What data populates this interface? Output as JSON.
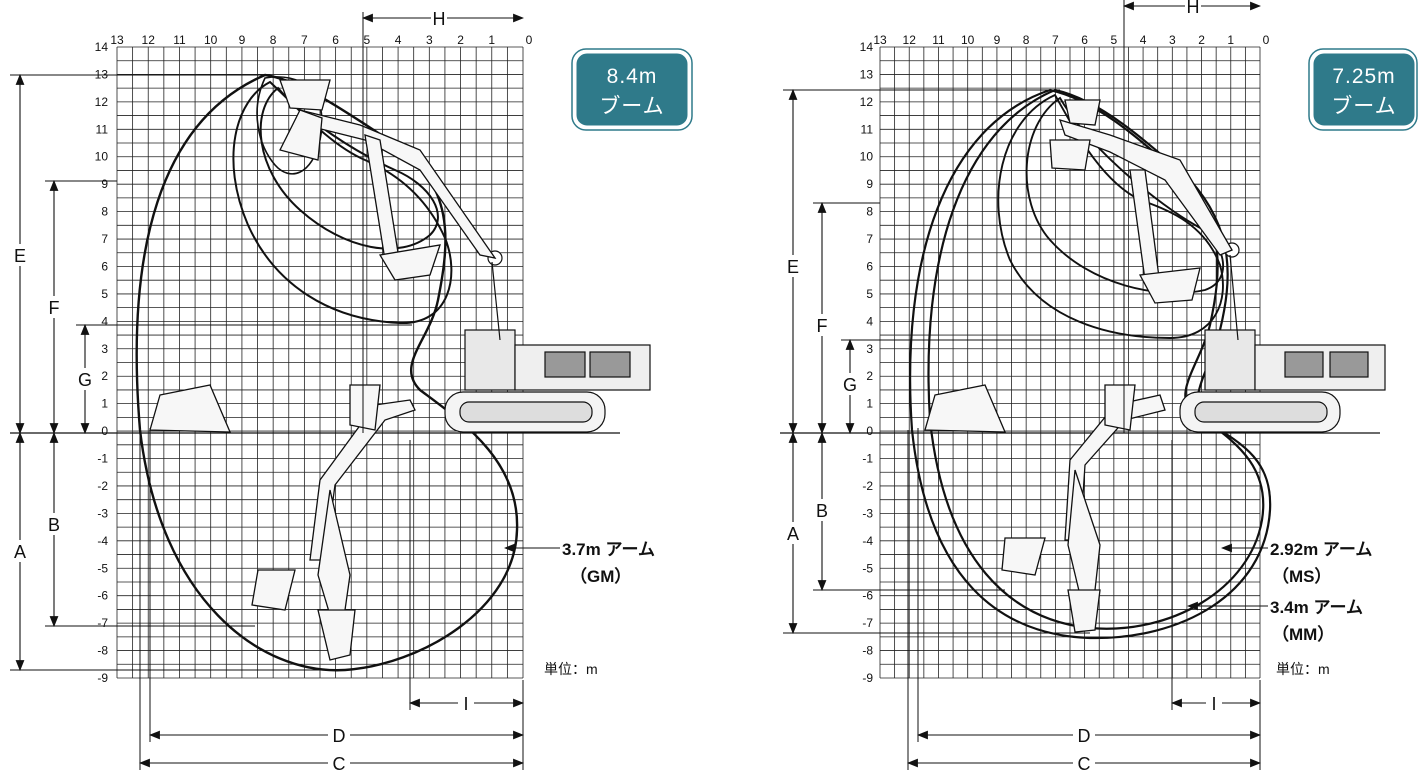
{
  "colors": {
    "badge": "#2f7a8a",
    "line": "#111111"
  },
  "left_panel": {
    "badge_line1": "8.4m",
    "badge_line2": "ブーム",
    "x_ticks": [
      "13",
      "12",
      "11",
      "10",
      "9",
      "8",
      "7",
      "6",
      "5",
      "4",
      "3",
      "2",
      "1",
      "0"
    ],
    "y_ticks": [
      "14",
      "13",
      "12",
      "11",
      "10",
      "9",
      "8",
      "7",
      "6",
      "5",
      "4",
      "3",
      "2",
      "1",
      "0",
      "-1",
      "-2",
      "-3",
      "-4",
      "-5",
      "-6",
      "-7",
      "-8",
      "-9"
    ],
    "dims": {
      "A": "A",
      "B": "B",
      "C": "C",
      "D": "D",
      "E": "E",
      "F": "F",
      "G": "G",
      "H": "H",
      "I": "I"
    },
    "arm_label": "3.7m アーム",
    "arm_code": "（GM）",
    "unit": "単位：m"
  },
  "right_panel": {
    "badge_line1": "7.25m",
    "badge_line2": "ブーム",
    "x_ticks": [
      "13",
      "12",
      "11",
      "10",
      "9",
      "8",
      "7",
      "6",
      "5",
      "4",
      "3",
      "2",
      "1",
      "0"
    ],
    "y_ticks": [
      "14",
      "13",
      "12",
      "11",
      "10",
      "9",
      "8",
      "7",
      "6",
      "5",
      "4",
      "3",
      "2",
      "1",
      "0",
      "-1",
      "-2",
      "-3",
      "-4",
      "-5",
      "-6",
      "-7",
      "-8",
      "-9"
    ],
    "dims": {
      "A": "A",
      "B": "B",
      "C": "C",
      "D": "D",
      "E": "E",
      "F": "F",
      "G": "G",
      "H": "H",
      "I": "I"
    },
    "arms": [
      {
        "label": "2.92m アーム",
        "code": "（MS）"
      },
      {
        "label": "3.4m アーム",
        "code": "（MM）"
      }
    ],
    "unit": "単位：m"
  }
}
